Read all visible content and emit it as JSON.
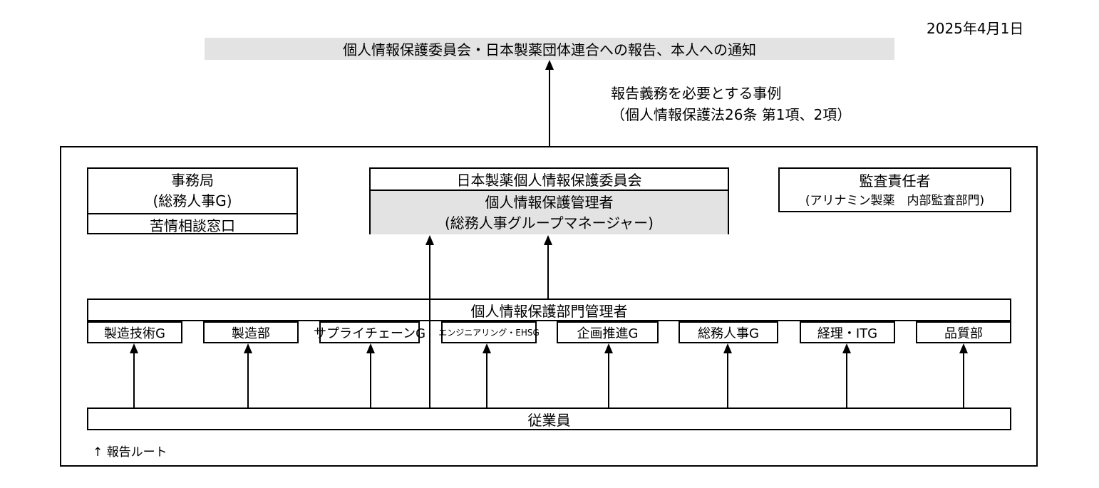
{
  "date": "2025年4月1日",
  "report_banner": "個人情報保護委員会・日本製薬団体連合への報告、本人への通知",
  "report_cases": {
    "line1": "報告義務を必要とする事例",
    "line2": "（個人情報保護法26条 第1項、2項）"
  },
  "secretariat": {
    "title": "事務局",
    "sub": "(総務人事G)",
    "complaints": "苦情相談窓口"
  },
  "committee": {
    "title": "日本製薬個人情報保護委員会",
    "manager_title": "個人情報保護管理者",
    "manager_sub": "(総務人事グループマネージャー)"
  },
  "auditor": {
    "title": "監査責任者",
    "sub": "(アリナミン製薬　内部監査部門)"
  },
  "dept_manager": "個人情報保護部門管理者",
  "departments": [
    "製造技術G",
    "製造部",
    "サプライチェーンG",
    "エンジニアリング・EHSG",
    "企画推進G",
    "総務人事G",
    "経理・ITG",
    "品質部"
  ],
  "employees": "従業員",
  "legend": "↑ 報告ルート"
}
